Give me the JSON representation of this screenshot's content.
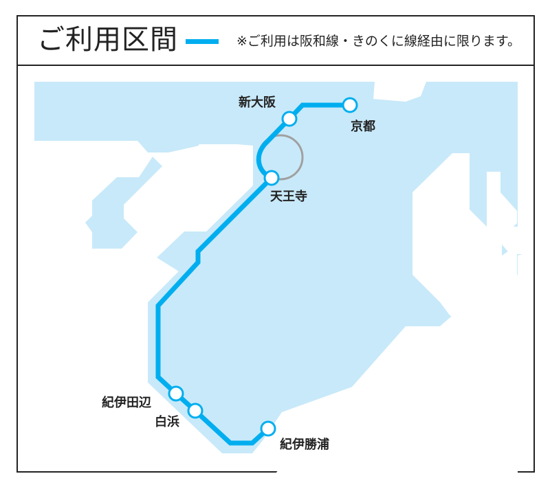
{
  "header": {
    "title": "ご利用区間",
    "legend_note": "※ご利用は阪和線・きのくに線経由に限ります。"
  },
  "colors": {
    "route_line": "#00aeef",
    "land": "#c8e9f9",
    "loop_line": "#a0a0a0",
    "station_fill": "#ffffff",
    "border": "#222222"
  },
  "route": {
    "name": "ご利用区間",
    "lines": [
      "阪和線",
      "きのくに線"
    ]
  },
  "stations": [
    {
      "id": "kyoto",
      "label": "京都"
    },
    {
      "id": "shin-osaka",
      "label": "新大阪"
    },
    {
      "id": "tennoji",
      "label": "天王寺"
    },
    {
      "id": "kii-tanabe",
      "label": "紀伊田辺"
    },
    {
      "id": "shirahama",
      "label": "白浜"
    },
    {
      "id": "kii-katsuura",
      "label": "紀伊勝浦"
    }
  ]
}
